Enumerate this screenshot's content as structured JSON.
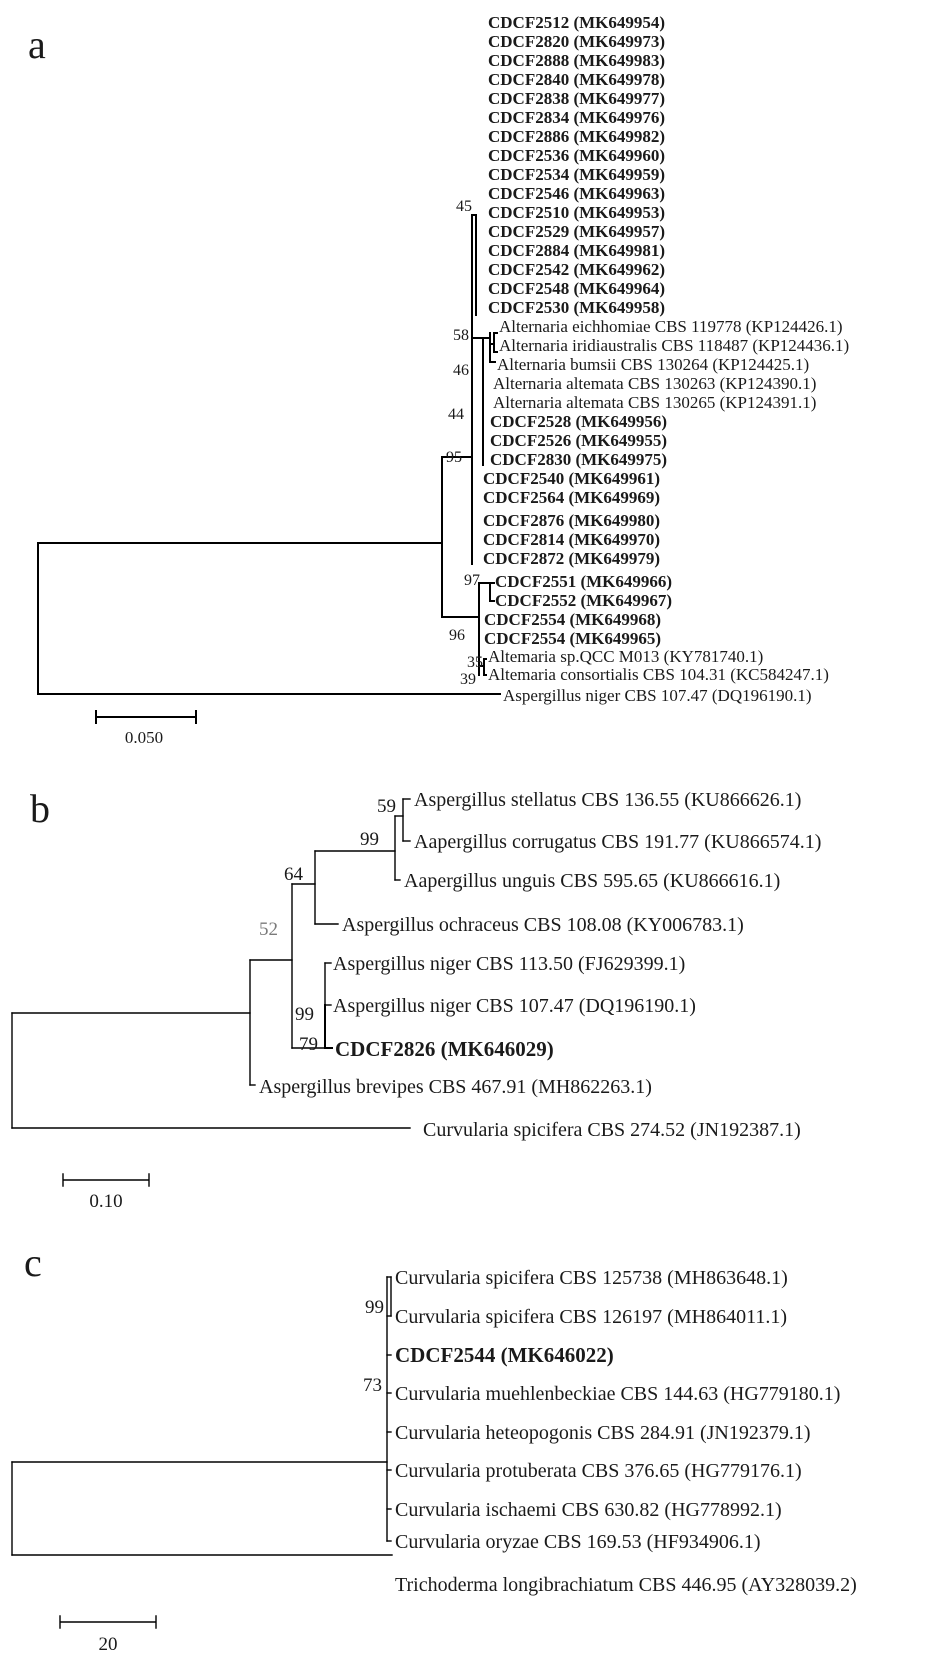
{
  "panels": [
    {
      "letter": "a",
      "scale_label": "0.050",
      "taxa": [
        "CDCF2512 (MK649954)",
        "CDCF2820 (MK649973)",
        "CDCF2888 (MK649983)",
        "CDCF2840 (MK649978)",
        "CDCF2838 (MK649977)",
        "CDCF2834 (MK649976)",
        "CDCF2886 (MK649982)",
        "CDCF2536 (MK649960)",
        "CDCF2534 (MK649959)",
        "CDCF2546 (MK649963)",
        "CDCF2510 (MK649953)",
        "CDCF2529 (MK649957)",
        "CDCF2884 (MK649981)",
        "CDCF2542 (MK649962)",
        "CDCF2548 (MK649964)",
        "CDCF2530 (MK649958)",
        "Alternaria eichhomiae CBS 119778 (KP124426.1)",
        "Alternaria iridiaustralis CBS 118487 (KP124436.1)",
        "Alternaria bumsii CBS 130264 (KP124425.1)",
        "Alternaria altemata CBS 130263 (KP124390.1)",
        "Alternaria altemata CBS 130265 (KP124391.1)",
        "CDCF2528 (MK649956)",
        "CDCF2526 (MK649955)",
        "CDCF2830 (MK649975)",
        "CDCF2540 (MK649961)",
        "CDCF2564 (MK649969)",
        "CDCF2876 (MK649980)",
        "CDCF2814 (MK649970)",
        "CDCF2872 (MK649979)",
        "CDCF2551 (MK649966)",
        "CDCF2552 (MK649967)",
        "CDCF2554 (MK649968)",
        "CDCF2554 (MK649965)",
        "Altemaria sp.QCC M013 (KY781740.1)",
        "Altemaria consortialis CBS 104.31 (KC584247.1)",
        "Aspergillus niger CBS 107.47 (DQ196190.1)"
      ],
      "support": [
        "45",
        "58",
        "46",
        "44",
        "95",
        "97",
        "96",
        "35",
        "39"
      ]
    },
    {
      "letter": "b",
      "scale_label": "0.10",
      "taxa": [
        "Aspergillus stellatus CBS 136.55 (KU866626.1)",
        "Aapergillus corrugatus CBS 191.77 (KU866574.1)",
        "Aapergillus unguis CBS 595.65 (KU866616.1)",
        "Aspergillus ochraceus CBS 108.08 (KY006783.1)",
        "Aspergillus niger CBS 113.50 (FJ629399.1)",
        "Aspergillus niger CBS 107.47 (DQ196190.1)",
        "CDCF2826 (MK646029)",
        "Aspergillus brevipes CBS 467.91 (MH862263.1)",
        "Curvularia spicifera CBS 274.52 (JN192387.1)"
      ],
      "support": [
        "59",
        "99",
        "64",
        "52",
        "99",
        "79"
      ]
    },
    {
      "letter": "c",
      "scale_label": "20",
      "taxa": [
        "Curvularia spicifera CBS 125738 (MH863648.1)",
        "Curvularia spicifera CBS 126197 (MH864011.1)",
        "CDCF2544 (MK646022)",
        "Curvularia muehlenbeckiae CBS 144.63 (HG779180.1)",
        "Curvularia heteopogonis CBS 284.91 (JN192379.1)",
        "Curvularia protuberata CBS 376.65 (HG779176.1)",
        "Curvularia ischaemi CBS 630.82 (HG778992.1)",
        "Curvularia oryzae CBS 169.53 (HF934906.1)",
        "Trichoderma longibrachiatum CBS 446.95 (AY328039.2)"
      ],
      "support": [
        "99",
        "73"
      ]
    }
  ],
  "colors": {
    "ink": "#000000",
    "faded_support": "#7a7a7a"
  }
}
